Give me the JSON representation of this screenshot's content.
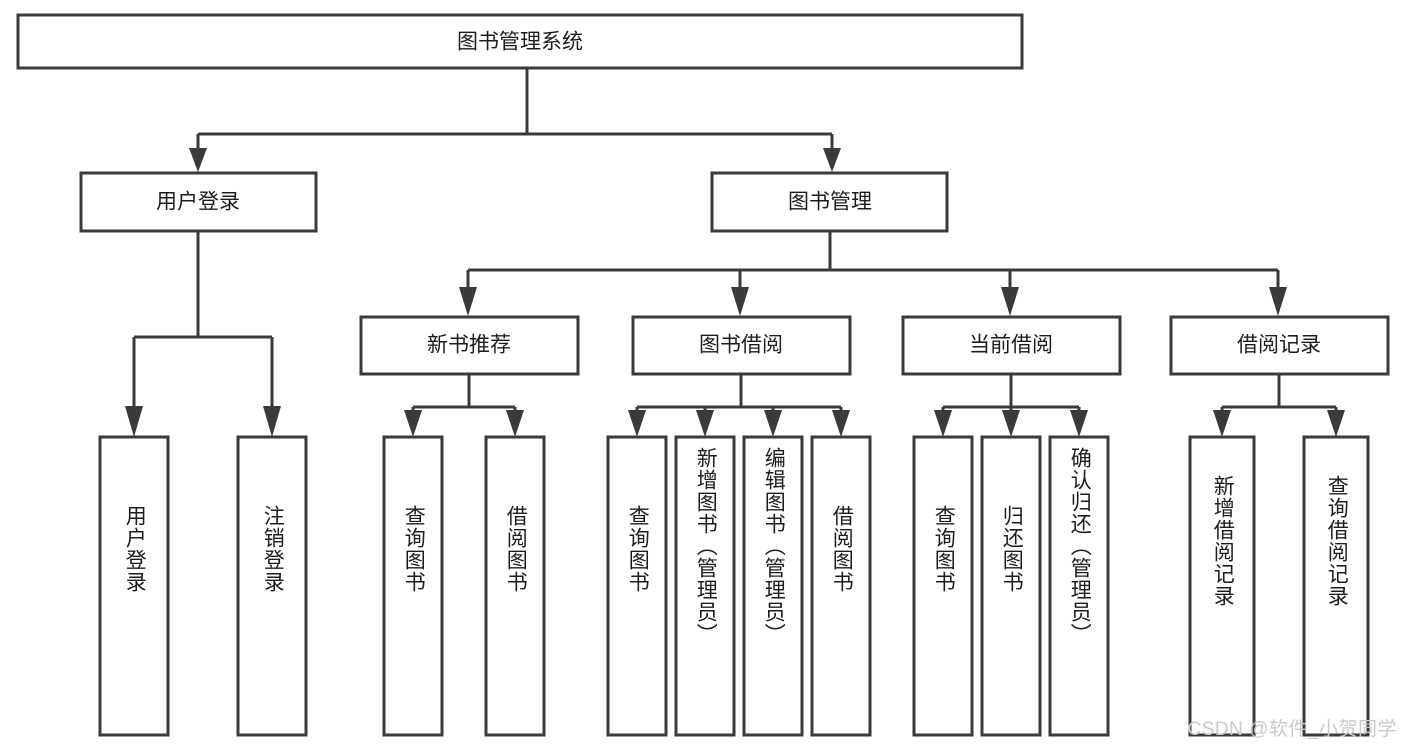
{
  "diagram": {
    "title": "图书管理系统",
    "type": "tree-hierarchy",
    "watermark": "CSDN @软件_小贺同学",
    "colors": {
      "stroke": "#3a3a3a",
      "box_fill": "#ffffff",
      "text": "#1d1d1d",
      "background": "#ffffff",
      "watermark": "#c9c9c9"
    }
  },
  "root": {
    "label": "图书管理系统"
  },
  "level2": [
    {
      "label": "用户登录"
    },
    {
      "label": "图书管理"
    }
  ],
  "level3": [
    {
      "label": "新书推荐"
    },
    {
      "label": "图书借阅"
    },
    {
      "label": "当前借阅"
    },
    {
      "label": "借阅记录"
    }
  ],
  "leaves": {
    "user_login": [
      {
        "label": "用户登录"
      },
      {
        "label": "注销登录"
      }
    ],
    "new_book_recommend": [
      {
        "label": "查询图书"
      },
      {
        "label": "借阅图书"
      }
    ],
    "book_borrow": [
      {
        "label": "查询图书"
      },
      {
        "label": "新增图书（管理员）"
      },
      {
        "label": "编辑图书（管理员）"
      },
      {
        "label": "借阅图书"
      }
    ],
    "current_borrow": [
      {
        "label": "查询图书"
      },
      {
        "label": "归还图书"
      },
      {
        "label": "确认归还（管理员）"
      }
    ],
    "borrow_record": [
      {
        "label": "新增借阅记录"
      },
      {
        "label": "查询借阅记录"
      }
    ]
  }
}
